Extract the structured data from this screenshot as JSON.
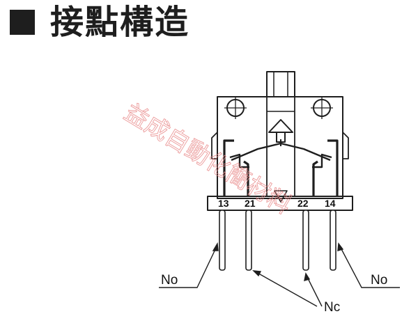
{
  "title": "接點構造",
  "watermark": "益成自動化簡材料",
  "pins": [
    "13",
    "21",
    "22",
    "14"
  ],
  "callouts": {
    "no_left": "No",
    "no_right": "No",
    "nc": "Nc"
  },
  "colors": {
    "ink": "#1e1e1e",
    "watermark": "#e88888"
  }
}
